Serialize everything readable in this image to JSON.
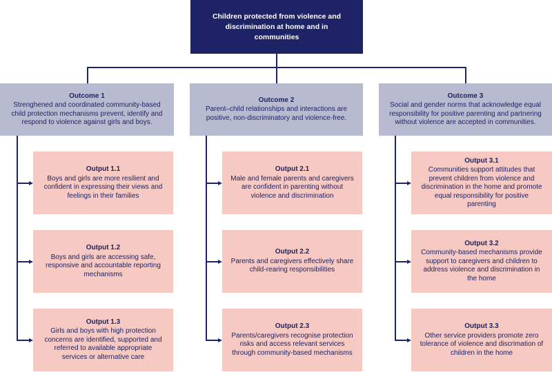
{
  "goal": "Children protected from violence and discrimination at home and in communities",
  "outcomes": [
    {
      "title": "Outcome 1",
      "text": "Strenghened and coordinated community-based child protection mechanisms prevent, identify and respond to violence against girls and boys.",
      "outputs": [
        {
          "title": "Output 1.1",
          "text": "Boys and girls are more resilient and confident in expressing their views and feelings in their families"
        },
        {
          "title": "Output 1.2",
          "text": "Boys and girls are accessing safe, responsive and accountable reporting mechanisms"
        },
        {
          "title": "Output 1.3",
          "text": "Girls and boys with high protection concerns are identified, supported and referred to available appropriate services or alternative care"
        }
      ]
    },
    {
      "title": "Outcome 2",
      "text": "Parent–child relationships and interactions are positive, non-discriminatory and violence-free.",
      "outputs": [
        {
          "title": "Output 2.1",
          "text": "Male and female parents and caregivers are confident in parenting without violence and discrimination"
        },
        {
          "title": "Output 2.2",
          "text": "Parents and caregivers effectively share child-rearing responsibilities"
        },
        {
          "title": "Output 2.3",
          "text": "Parents/caregivers recognise protection risks and access relevant services through community-based mechanisms"
        }
      ]
    },
    {
      "title": "Outcome 3",
      "text": "Social and gender norms that acknowledge equal responsibility for positive parenting and partnering without violence are accepted in communities.",
      "outputs": [
        {
          "title": "Output 3.1",
          "text": "Communities support attitudes that prevent children from violence and discrimination in the home and promote equal responsibility for positive parenting"
        },
        {
          "title": "Output 3.2",
          "text": "Community-based mechanisms provide support to caregivers and children to address violence and discrimination in the home"
        },
        {
          "title": "Output 3.3",
          "text": "Other service providers promote zero tolerance of violence and discrimation of children in the home"
        }
      ]
    }
  ]
}
